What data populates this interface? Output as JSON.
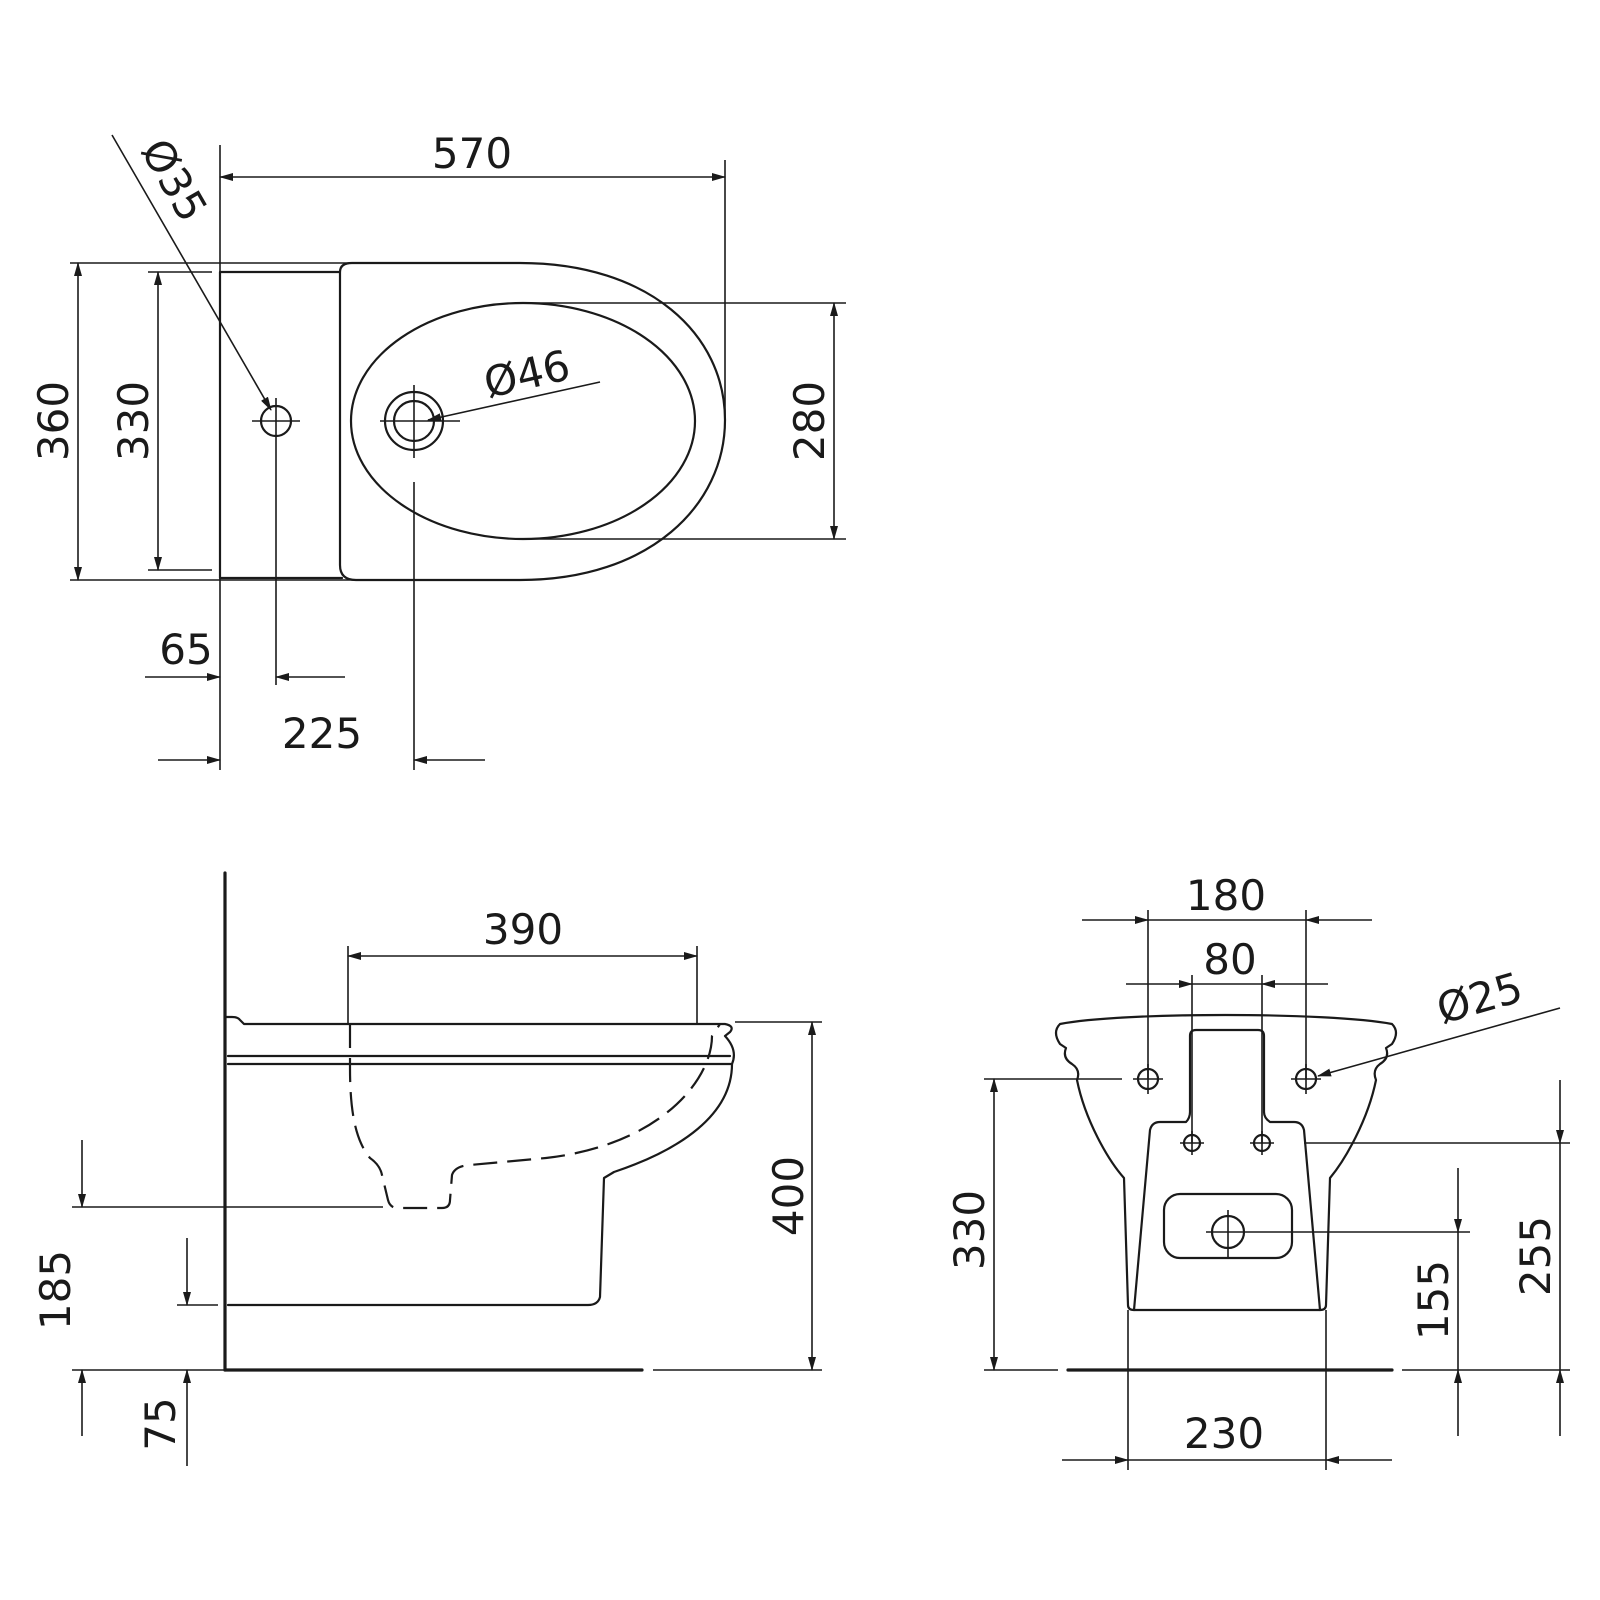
{
  "top_view": {
    "width_570": "570",
    "depth_360": "360",
    "depth_330": "330",
    "bowl_280": "280",
    "offset_65": "65",
    "offset_225": "225",
    "hole_35": "Ø35",
    "drain_46": "Ø46"
  },
  "side_view": {
    "length_390": "390",
    "height_400": "400",
    "height_185": "185",
    "height_75": "75"
  },
  "front_view": {
    "spacing_180": "180",
    "spacing_80": "80",
    "hole_25": "Ø25",
    "height_330": "330",
    "height_255": "255",
    "height_155": "155",
    "width_230": "230"
  }
}
